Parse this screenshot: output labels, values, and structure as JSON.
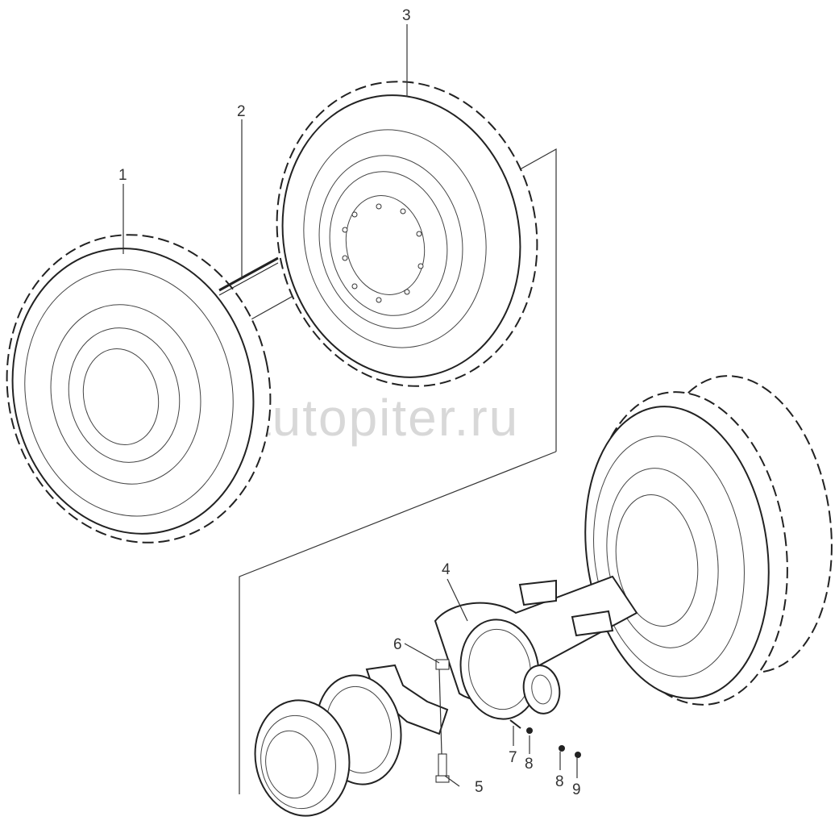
{
  "diagram": {
    "callouts": [
      "1",
      "2",
      "3",
      "4",
      "5",
      "6",
      "7",
      "8",
      "8",
      "9"
    ],
    "watermark": "autopiter.ru"
  },
  "colors": {
    "line": "#333333",
    "background": "#ffffff",
    "watermark": "#d8d8d8"
  }
}
